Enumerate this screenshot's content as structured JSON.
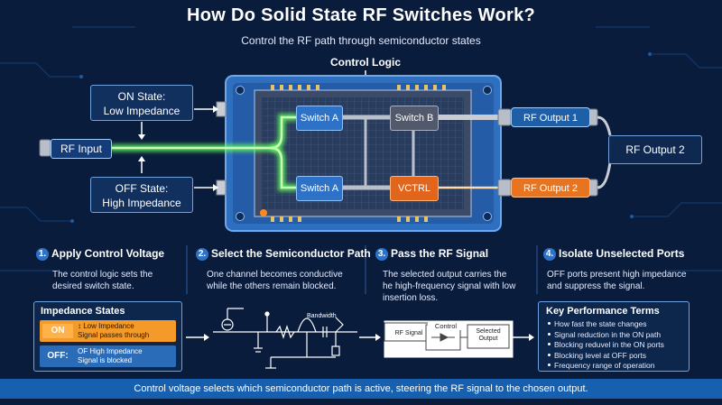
{
  "header": {
    "title": "How Do Solid State RF Switches Work?",
    "subtitle": "Control the RF path through semiconductor states"
  },
  "diagram": {
    "control_logic": "Control Logic",
    "on_state": {
      "line1": "ON State:",
      "line2": "Low Impedance"
    },
    "off_state": {
      "line1": "OFF State:",
      "line2": "High Impedance"
    },
    "rf_input": "RF Input",
    "switch_a_top": "Switch A",
    "switch_b": "Switch B",
    "switch_a_bottom": "Switch A",
    "vctrl": "VCTRL",
    "rf_output_1": "RF Output 1",
    "rf_output_2": "RF Output 2",
    "rf_output_2_label": "RF Output 2"
  },
  "steps": [
    {
      "number": "1.",
      "title": "Apply Control Voltage",
      "text1": "The control logic sets the",
      "text2": "desired switch state.",
      "text3": ""
    },
    {
      "number": "2.",
      "title": "Select the Semiconductor Path",
      "text1": "One channel becomes conductive",
      "text2": "while the others remain blocked.",
      "text3": ""
    },
    {
      "number": "3.",
      "title": "Pass the RF Signal",
      "text1": "The selected output carries the",
      "text2": "he high-frequency signal with low",
      "text3": "insertion loss."
    },
    {
      "number": "4.",
      "title": "Isolate Unselected Ports",
      "text1": "OFF ports present high impedance",
      "text2": "and suppress the signal.",
      "text3": ""
    }
  ],
  "impedance": {
    "title": "Impedance States",
    "on_label": "ON",
    "on_text1": "↕ Low Impedance",
    "on_text2": "Signal passes through",
    "off_label": "OFF:",
    "off_text1": "OF High Impedance",
    "off_text2": "Signal is blocked"
  },
  "circuit": {
    "bandwidth": "Bandwidth"
  },
  "flow": {
    "rf_signal": "RF Signal",
    "control": "Control",
    "selected_output_1": "Selected",
    "selected_output_2": "Output"
  },
  "key_terms": {
    "title": "Key Performance Terms",
    "items": [
      "How fast the state changes",
      "Signal reduction in the ON path",
      "Blocking reduvel in the ON ports",
      "Blocking level at OFF ports",
      "Frequency range of operation"
    ]
  },
  "footer": "Control voltage selects which semiconductor path is active, steering the RF signal to the chosen output.",
  "colors": {
    "background": "#0a1c3c",
    "accent_blue": "#2d72c7",
    "green_path": "#63ff5a",
    "orange_path": "#ff8a1f",
    "footer_bar": "#1760b0"
  }
}
